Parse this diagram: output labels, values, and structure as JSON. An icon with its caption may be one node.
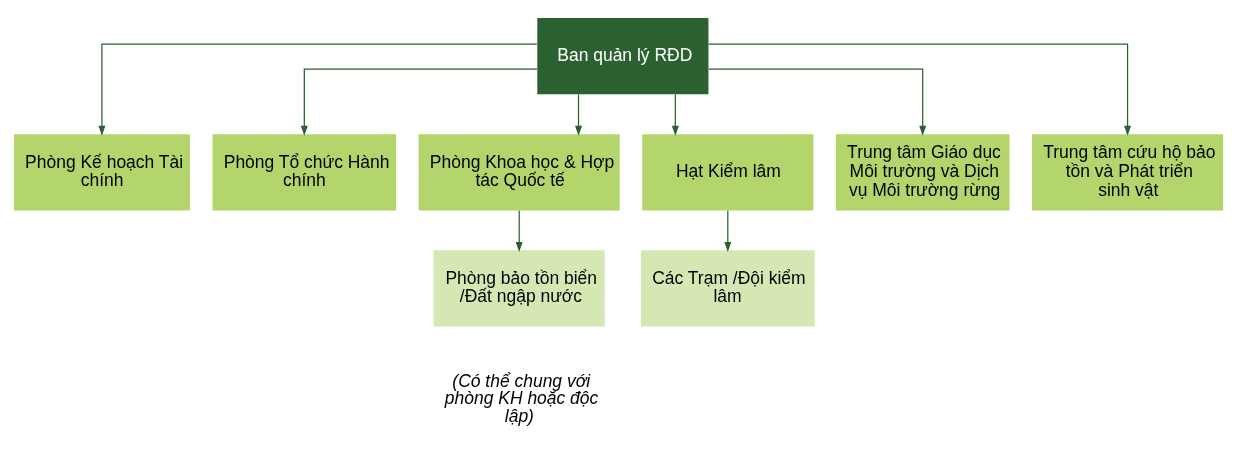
{
  "diagram": {
    "nodes": [
      {
        "text": [
          "Ban quản lý RĐD"
        ]
      },
      {
        "text": [
          "Phòng Kế hoạch Tài chính"
        ]
      },
      {
        "text": [
          "Phòng Tổ chức Hành chính"
        ]
      },
      {
        "text": [
          "Phòng Khoa học & Hợp tác Quốc tế"
        ]
      },
      {
        "text": [
          "Hạt Kiểm lâm"
        ]
      },
      {
        "text": [
          "Trung tâm Giáo dục Môi trường và Dịch vụ Môi trường rừng"
        ]
      },
      {
        "text": [
          "Trung tâm cứu hộ bảo tồn và Phát triển sinh vật"
        ]
      },
      {
        "text": [
          "Phòng bảo tồn biển /Đất ngập nước"
        ],
        "beside": [
          "(Có thể chung với phòng KH hoặc độc lập)"
        ]
      },
      {
        "text": [
          "Các Trạm /Đội kiểm lâm"
        ]
      }
    ],
    "edges": [
      {
        "from": 0,
        "to": 1,
        "arrow": "to"
      },
      {
        "from": 0,
        "to": 2,
        "arrow": "to"
      },
      {
        "from": 0,
        "to": 3,
        "arrow": "to"
      },
      {
        "from": 0,
        "to": 4,
        "arrow": "to"
      },
      {
        "from": 0,
        "to": 5,
        "arrow": "to"
      },
      {
        "from": 0,
        "to": 6,
        "arrow": "to"
      },
      {
        "from": 3,
        "to": 7,
        "arrow": "to"
      },
      {
        "from": 4,
        "to": 8,
        "arrow": "to"
      }
    ]
  }
}
